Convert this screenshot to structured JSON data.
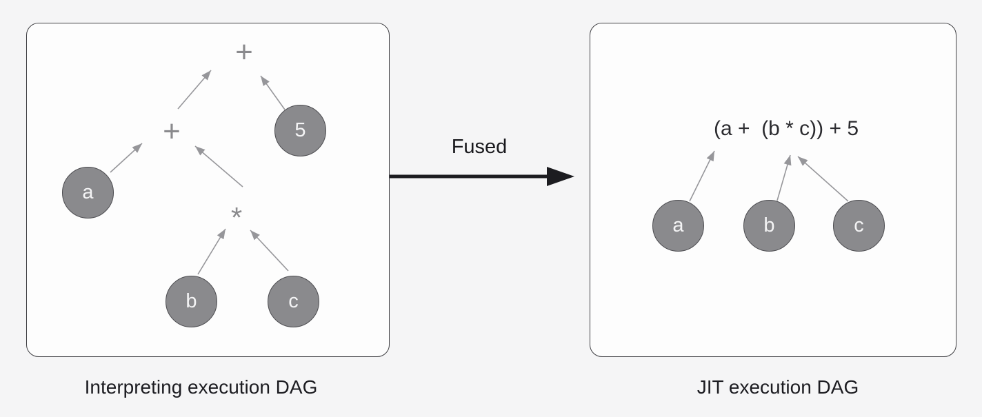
{
  "page": {
    "background": "#f5f5f6"
  },
  "fused": {
    "label": "Fused"
  },
  "left_panel": {
    "caption": "Interpreting execution DAG",
    "operators": {
      "plus_top": "+",
      "plus_mid": "+",
      "star": "*"
    },
    "nodes": {
      "five": "5",
      "a": "a",
      "b": "b",
      "c": "c"
    },
    "edges": [
      "a -> plus_mid",
      "star -> plus_mid",
      "plus_mid -> plus_top",
      "five -> plus_top",
      "b -> star",
      "c -> star"
    ]
  },
  "right_panel": {
    "caption": "JIT execution DAG",
    "expression": "(a +  (b * c)) + 5",
    "nodes": {
      "a": "a",
      "b": "b",
      "c": "c"
    },
    "edges": [
      "a -> expression",
      "b -> expression",
      "c -> expression"
    ]
  },
  "colors": {
    "node_fill": "#8a8a8d",
    "node_border": "#4c4c50",
    "node_text": "#f4f4f5",
    "operator": "#8a8a8d",
    "edge": "#96969a",
    "fused_arrow": "#1c1c20",
    "panel_fill": "#fdfdfd",
    "panel_border": "#3e3e42",
    "caption_text": "#1c1c21",
    "expression_text": "#2b2b2f"
  }
}
